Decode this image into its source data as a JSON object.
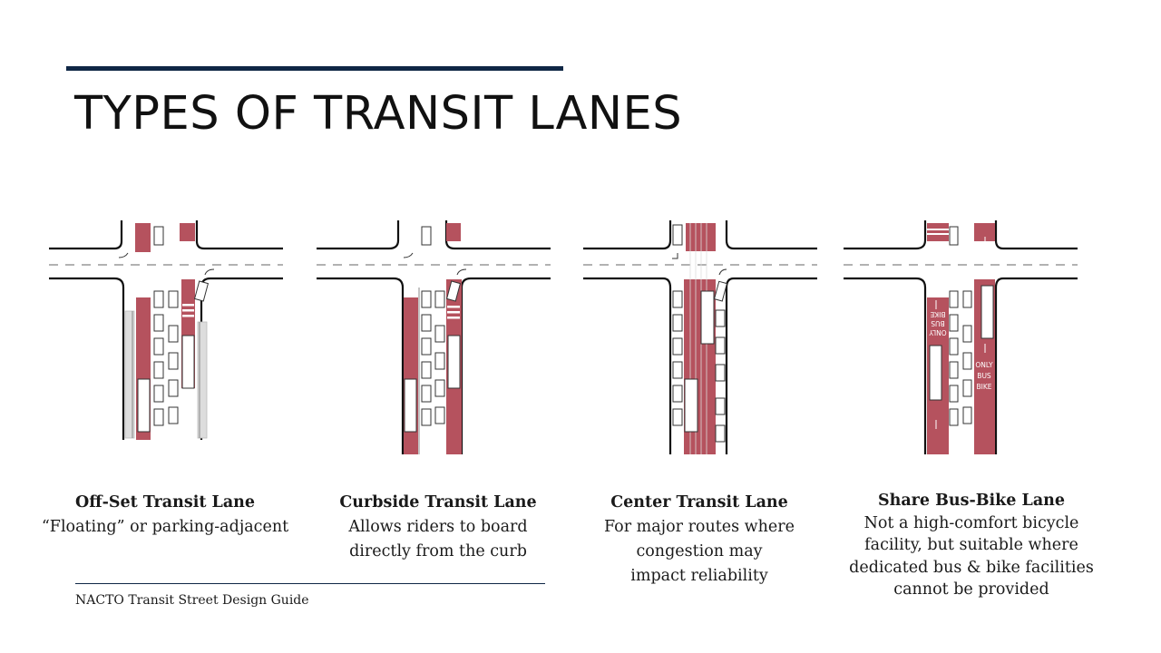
{
  "slide": {
    "title": "TYPES OF TRANSIT LANES",
    "source": "NACTO Transit Street Design Guide"
  },
  "lanes": [
    {
      "heading": "Off-Set Transit Lane",
      "lines": [
        "“Floating” or parking-adjacent"
      ]
    },
    {
      "heading": "Curbside Transit Lane",
      "lines": [
        "Allows riders to board",
        "directly from the curb"
      ]
    },
    {
      "heading": "Center Transit Lane",
      "lines": [
        "For major routes where",
        "congestion may",
        "impact reliability"
      ]
    },
    {
      "heading": "Share Bus-Bike Lane",
      "lines": [
        "Not a high-comfort bicycle",
        "facility, but suitable where",
        "dedicated bus & bike facilities",
        "cannot be provided"
      ]
    }
  ],
  "markings": {
    "lane_text": [
      "ONLY",
      "BUS",
      "BIKE"
    ]
  },
  "colors": {
    "transit_lane": "#b5525e",
    "title_rule": "#0f2745"
  }
}
